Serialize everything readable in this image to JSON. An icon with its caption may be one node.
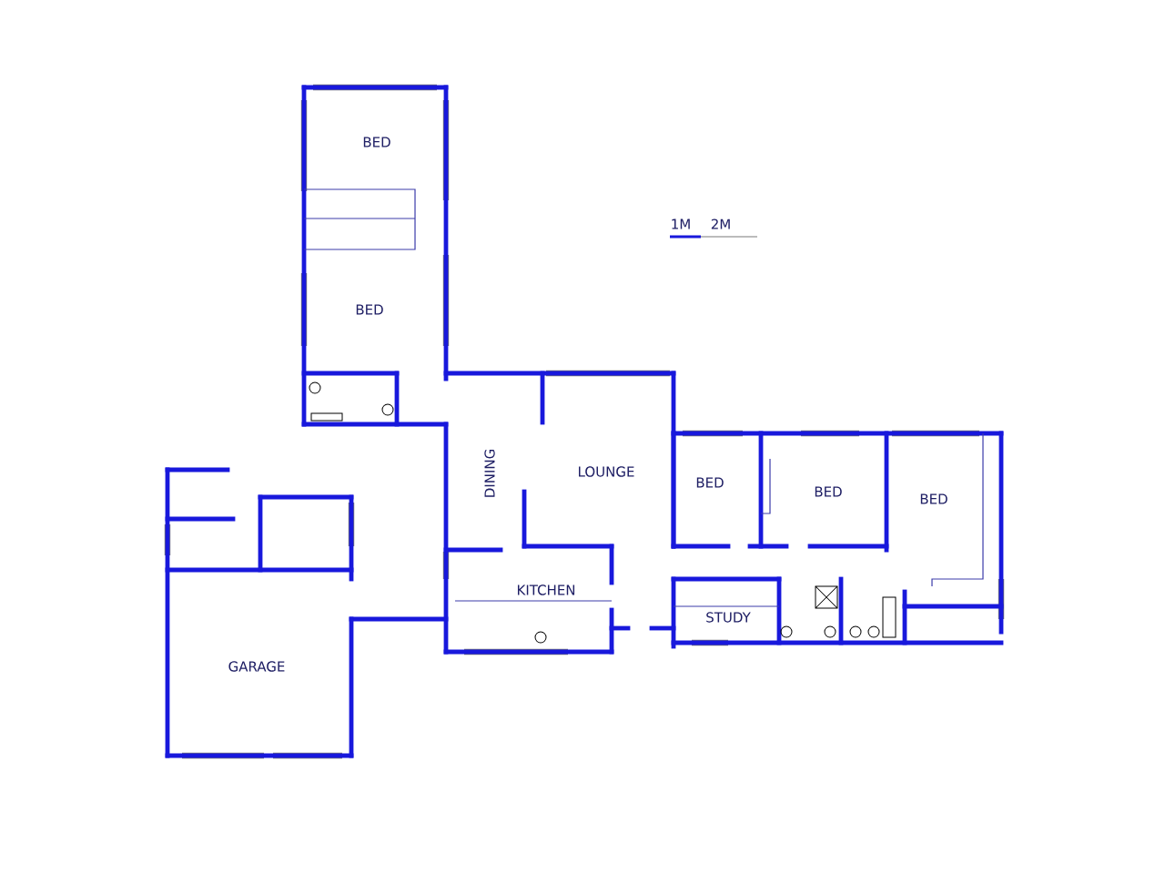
{
  "diagram": {
    "labels": [
      "BED",
      "1M",
      "2M",
      "BED",
      "DINING",
      "LOUNGE",
      "BED",
      "BED",
      "BED",
      "KITCHEN",
      "STUDY",
      "GARAGE"
    ]
  }
}
